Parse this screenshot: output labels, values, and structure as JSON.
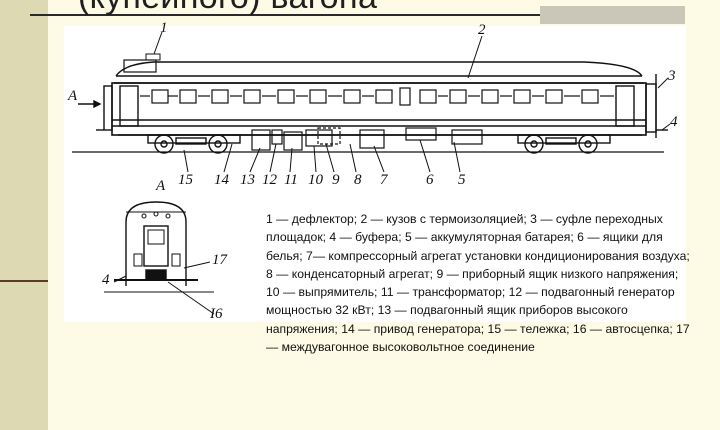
{
  "slide": {
    "title": "(купейного) вагона"
  },
  "labels": {
    "n1": "1",
    "n2": "2",
    "n3": "3",
    "n4": "4",
    "nA": "A",
    "n15": "15",
    "n14": "14",
    "n13": "13",
    "n12": "12",
    "n11": "11",
    "n10": "10",
    "n9": "9",
    "n8": "8",
    "n7": "7",
    "n6": "6",
    "n5": "5",
    "viewA": "A",
    "n4b": "4",
    "n17": "17",
    "n16": "I6"
  },
  "legend": {
    "text": "1 — дефлектор; 2 — кузов с термоизоляцией; 3 — суфле переходных площадок; 4 — буфера; 5 — аккумуляторная батарея; 6 — ящики для белья; 7— компрессорный агрегат установки кондиционирования воздуха; 8 — конденсаторный агрегат; 9 — приборный ящик низкого напряжения; 10 — выпрямитель; 11 — трансформатор; 12 — подвагонный генератор мощностью 32 кВт; 13 — подвагонный ящик приборов высокого напряжения; 14 — привод генератора; 15 — тележка; 16 — автосцепка; 17 — междувагонное высоковольтное соединение"
  },
  "colors": {
    "background": "#fdfbe6",
    "left_band": "#ddd9b2",
    "accent_rule": "#5b3a2a",
    "line": "#111111"
  }
}
